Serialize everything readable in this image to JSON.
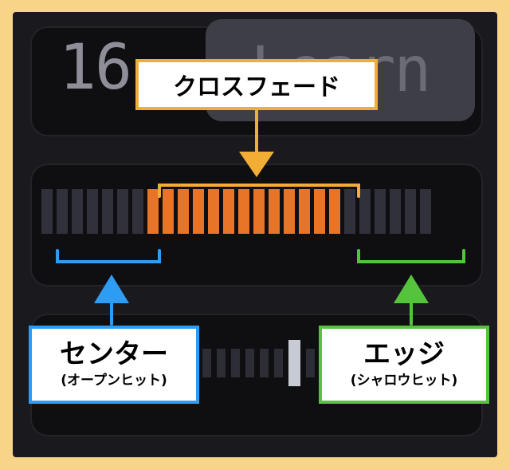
{
  "readout": {
    "number": "16",
    "learn_label": "Learn"
  },
  "crossfade_meter": {
    "segments_total": 26,
    "segments_lit_start": 7,
    "segments_lit_count": 13,
    "lit_color": "#e87428",
    "unlit_color": "#30313a"
  },
  "slider": {
    "segments_total": 14,
    "thumb_index": 8
  },
  "annotations": {
    "crossfade": "クロスフェード",
    "center": {
      "title": "センター",
      "sub": "(オープンヒット)"
    },
    "edge": {
      "title": "エッジ",
      "sub": "(シャロウヒット)"
    },
    "colors": {
      "crossfade": "#f2ad35",
      "center": "#2d9cf2",
      "edge": "#55c43c"
    }
  }
}
